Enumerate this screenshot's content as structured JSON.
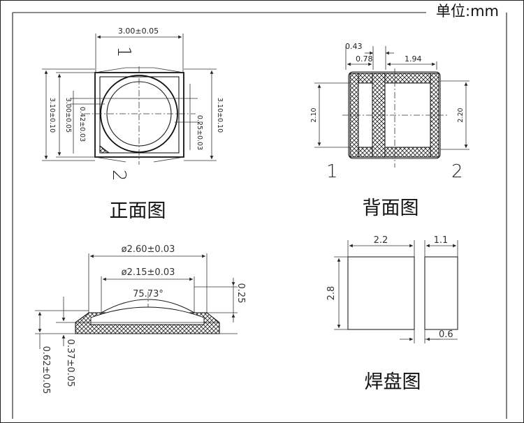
{
  "unit_label": "单位:mm",
  "front_view": {
    "caption": "正面图",
    "pin1": "1",
    "pin2": "2",
    "dim_width": "3.00±0.05",
    "dim_height_outer": "3.10±0.10",
    "dim_height_left": "3.00±0.05",
    "dim_height_left2": "3.10±0.10",
    "dim_inner_a": "0.42±0.03",
    "dim_inner_b": "0.25±0.03"
  },
  "back_view": {
    "caption": "背面图",
    "pin1": "1",
    "pin2": "2",
    "dim_a": "0.43",
    "dim_b": "0.78",
    "dim_c": "1.94",
    "dim_left": "2.10",
    "dim_right": "2.20"
  },
  "side_view": {
    "dim_outer_dia": "ø2.60±0.03",
    "dim_inner_dia": "ø2.15±0.03",
    "angle": "75.73°",
    "dim_dome": "0.25",
    "dim_body": "0.37±0.05",
    "dim_total": "0.62±0.05"
  },
  "pad_view": {
    "caption": "焊盘图",
    "dim_pad_width": "2.2",
    "dim_small_width": "1.1",
    "dim_height": "2.8",
    "dim_gap": "0.6"
  }
}
